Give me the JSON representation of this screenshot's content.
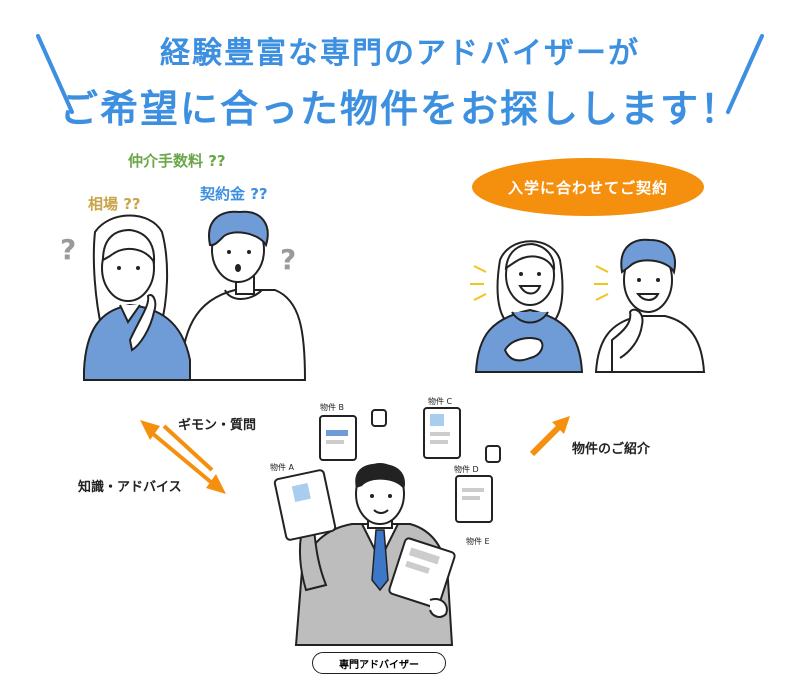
{
  "headline": {
    "line1": "経験豊富な専門のアドバイザーが",
    "line2": "ご希望に合った物件をお探しします！"
  },
  "questions": {
    "fee": "仲介手数料 ??",
    "market": "相場 ??",
    "deposit": "契約金 ??",
    "mark": "?"
  },
  "bubble": {
    "text": "入学に合わせてご契約"
  },
  "arrows": {
    "to_advisor": "ギモン・質問",
    "to_couple": "知識・アドバイス",
    "to_result": "物件のご紹介"
  },
  "properties": {
    "a": "物件 A",
    "b": "物件 B",
    "c": "物件 C",
    "d": "物件 D",
    "e": "物件 E"
  },
  "advisor": {
    "label": "専門アドバイザー"
  },
  "colors": {
    "headline": "#3d8fe0",
    "fee": "#6aa64a",
    "market": "#c9a54a",
    "deposit": "#3d8fe0",
    "orange": "#f5900f",
    "shirt_blue": "#6f9bd6",
    "hair_blue": "#6f9bd6"
  }
}
